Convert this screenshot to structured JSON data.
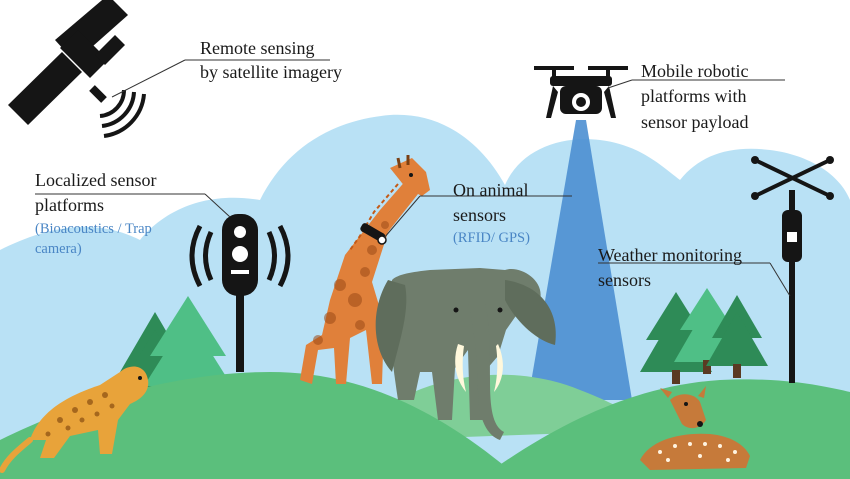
{
  "labels": {
    "satellite": {
      "line1": "Remote sensing",
      "line2": "by satellite imagery"
    },
    "drone": {
      "line1": "Mobile robotic",
      "line2": "platforms with",
      "line3": "sensor payload"
    },
    "localized": {
      "line1": "Localized sensor",
      "line2": "platforms",
      "detail1": "(Bioacoustics / Trap",
      "detail2": "camera)"
    },
    "animal": {
      "line1": "On animal",
      "line2": "sensors",
      "detail": "(RFID/ GPS)"
    },
    "weather": {
      "line1": "Weather monitoring",
      "line2": "sensors"
    }
  },
  "icons": [
    "satellite-icon",
    "drone-icon",
    "sensor-tower-icon",
    "weather-station-icon",
    "giraffe-icon",
    "elephant-icon",
    "leopard-icon",
    "deer-icon",
    "tree-icon"
  ],
  "colors": {
    "sky": "#b9e1f5",
    "hill_front": "#5bbf7c",
    "hill_back": "#7fce97",
    "beam": "#4d8fd1",
    "tree_dark": "#2e8b57",
    "tree_light": "#4fbf86",
    "accent_text": "#4a86c5"
  }
}
